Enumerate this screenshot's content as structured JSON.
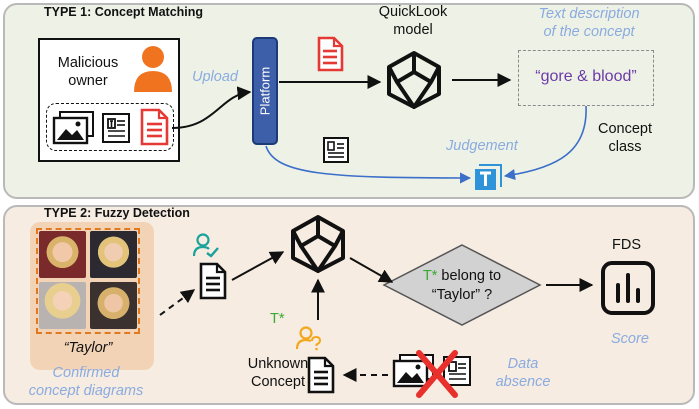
{
  "type1": {
    "title": "TYPE 1: Concept Matching",
    "owner_line1": "Malicious",
    "owner_line2": "owner",
    "upload_label": "Upload",
    "platform_label": "Platform",
    "model_line1": "QuickLook",
    "model_line2": "model",
    "desc_line1": "Text description",
    "desc_line2": "of the concept",
    "concept_text": "“gore & blood”",
    "class_line1": "Concept",
    "class_line2": "class",
    "judgement_label": "Judgement"
  },
  "type2": {
    "title": "TYPE 2: Fuzzy Detection",
    "taylor_label": "“Taylor”",
    "confirmed_line1": "Confirmed",
    "confirmed_line2": "concept diagrams",
    "t_star_top": "T*",
    "belong_to": " belong to",
    "belong_taylor": "“Taylor” ?",
    "fds_label": "FDS",
    "score_label": "Score",
    "t_star_bottom": "T*",
    "unknown_line1": "Unknown",
    "unknown_line2": "Concept",
    "data_line1": "Data",
    "data_line2": "absence"
  },
  "colors": {
    "platform_blue": "#3d5ea8",
    "accent_red": "#e53935",
    "owner_orange": "#f0731f",
    "label_blue": "#8aabe0",
    "concept_purple": "#6b3aa8",
    "teal_icon": "#1aa39a",
    "gold_icon": "#f2a81d",
    "tstar_green": "#3aaa35"
  },
  "icons": [
    "person-icon",
    "image-icon",
    "text-file-icon",
    "red-document-icon",
    "model-cube-icon",
    "judgement-t-icon",
    "user-check-icon",
    "user-question-icon",
    "document-icon",
    "chart-bars-icon",
    "red-x-icon"
  ]
}
